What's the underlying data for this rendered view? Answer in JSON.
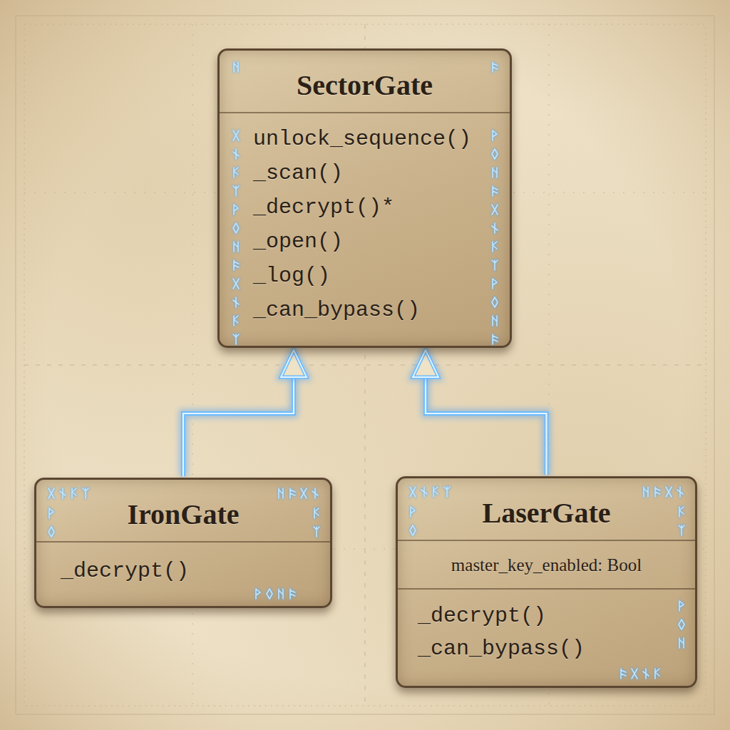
{
  "diagram": {
    "nodes": [
      {
        "text": [
          "SectorGate",
          "unlock_sequence()",
          "_scan()",
          "_decrypt()*",
          "_open()",
          "_log()",
          "_can_bypass()"
        ]
      },
      {
        "text": [
          "IronGate",
          "_decrypt()"
        ]
      },
      {
        "text": [
          "LaserGate",
          "master_key_enabled: Bool",
          "_decrypt()",
          "_can_bypass()"
        ]
      }
    ],
    "edges": [
      {
        "from": 1,
        "to": 0,
        "arrow": "to"
      },
      {
        "from": 2,
        "to": 0,
        "arrow": "to"
      }
    ]
  }
}
